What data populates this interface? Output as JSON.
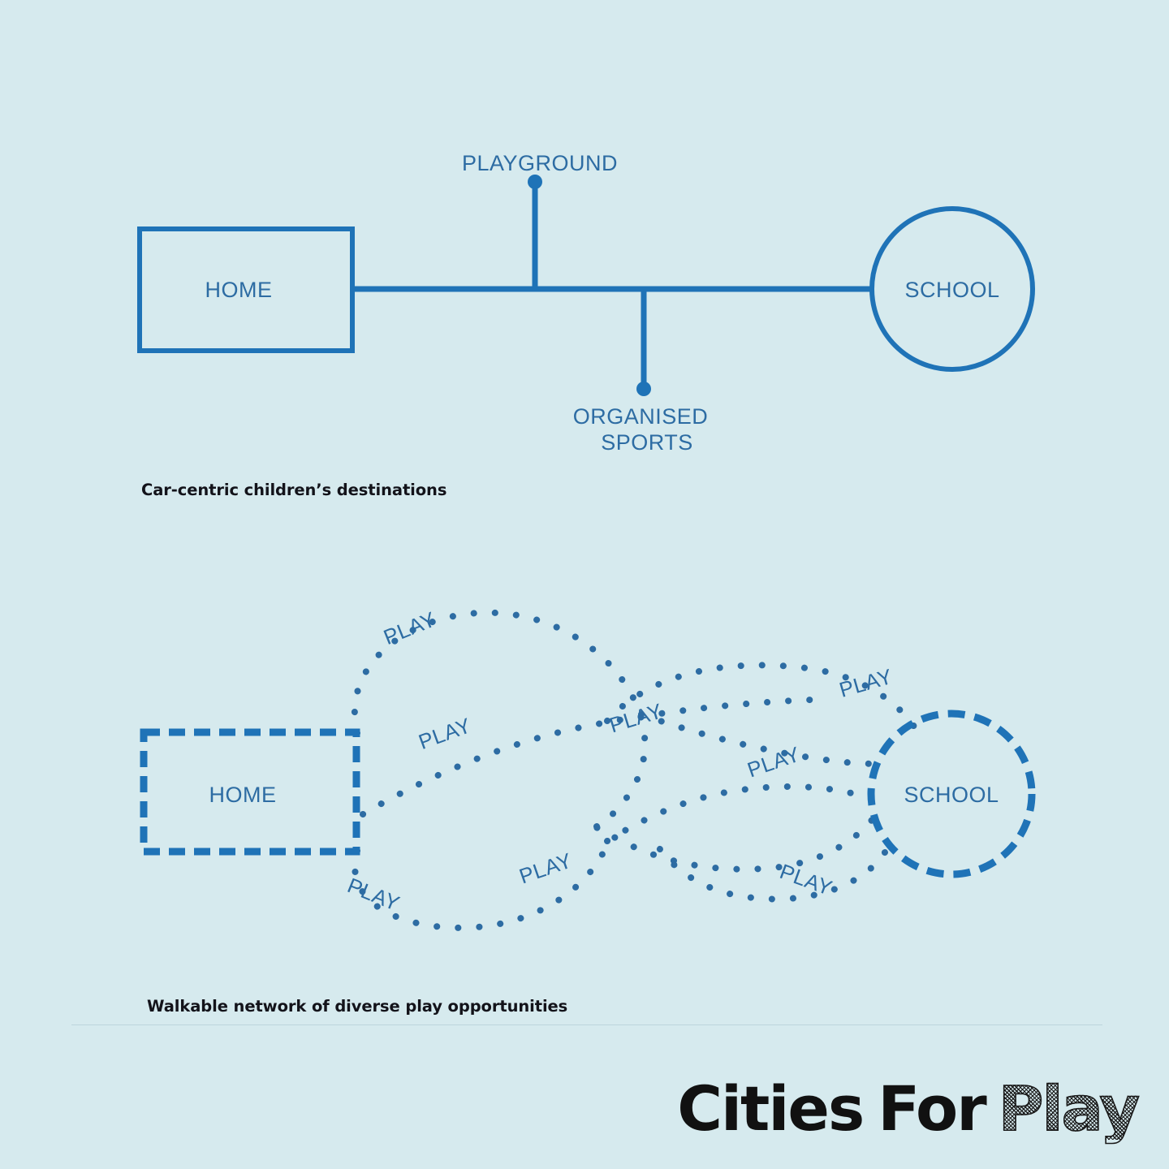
{
  "theme": {
    "background": "#d6eaee",
    "line_blue": "#1f73b7",
    "label_blue": "#2d6ca3",
    "ink_black": "#13131a"
  },
  "diagram_top": {
    "name": "car-centric-network",
    "caption": "Car-centric children’s destinations",
    "nodes": [
      {
        "id": "home",
        "label": "HOME",
        "shape": "rectangle",
        "stroke": "solid"
      },
      {
        "id": "school",
        "label": "SCHOOL",
        "shape": "circle",
        "stroke": "solid"
      },
      {
        "id": "playground",
        "label": "PLAYGROUND",
        "shape": "dot-terminal",
        "stroke": "solid"
      },
      {
        "id": "organised-sports",
        "label_line_1": "ORGANISED",
        "label_line_2": "SPORTS",
        "shape": "dot-terminal",
        "stroke": "solid"
      }
    ],
    "edges": [
      {
        "from": "home",
        "to": "school",
        "style": "solid-straight"
      },
      {
        "from": "spine",
        "to": "playground",
        "style": "solid-straight"
      },
      {
        "from": "spine",
        "to": "organised-sports",
        "style": "solid-straight"
      }
    ]
  },
  "diagram_bottom": {
    "name": "walkable-play-network",
    "caption": "Walkable network of diverse play opportunities",
    "nodes": [
      {
        "id": "home",
        "label": "HOME",
        "shape": "rectangle",
        "stroke": "dashed"
      },
      {
        "id": "school",
        "label": "SCHOOL",
        "shape": "circle",
        "stroke": "dashed"
      }
    ],
    "play_labels": [
      {
        "id": "play-1",
        "text": "PLAY",
        "position": "upper-left-loop-top"
      },
      {
        "id": "play-2",
        "text": "PLAY",
        "position": "middle-left-rising"
      },
      {
        "id": "play-3",
        "text": "PLAY",
        "position": "center-crossing"
      },
      {
        "id": "play-4",
        "text": "PLAY",
        "position": "upper-right-loop-top"
      },
      {
        "id": "play-5",
        "text": "PLAY",
        "position": "right-descending"
      },
      {
        "id": "play-6",
        "text": "PLAY",
        "position": "lower-left-loop-bottom"
      },
      {
        "id": "play-7",
        "text": "PLAY",
        "position": "lower-center"
      },
      {
        "id": "play-8",
        "text": "PLAY",
        "position": "lower-right-loop-bottom"
      }
    ],
    "path_style": "dotted"
  },
  "logo": {
    "word_1": "Cities",
    "word_2": "For",
    "word_3": "Play"
  }
}
